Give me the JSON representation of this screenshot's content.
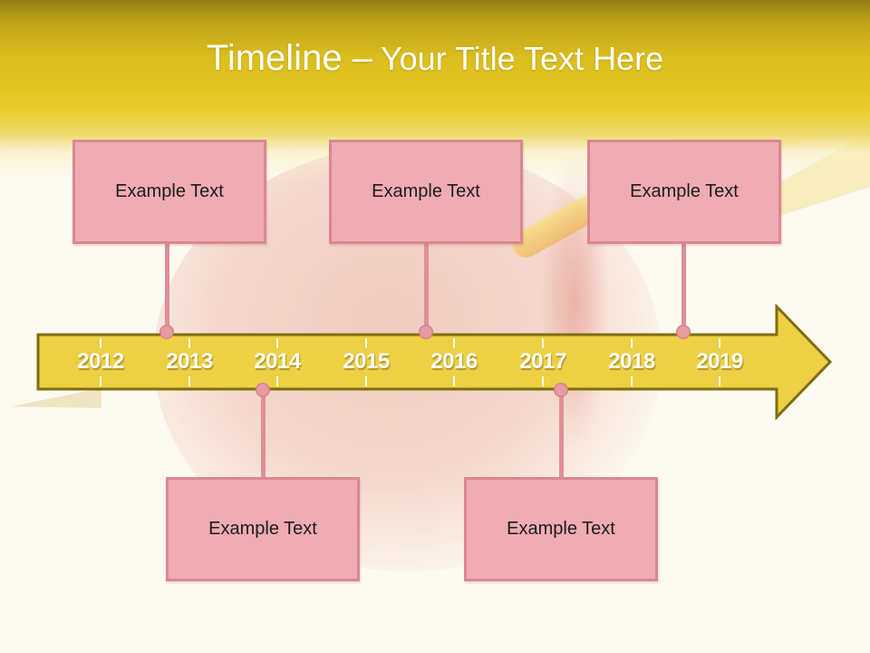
{
  "title": {
    "prefix": "Timeline –",
    "rest": "Your Title Text Here"
  },
  "timeline": {
    "years": [
      "2012",
      "2013",
      "2014",
      "2015",
      "2016",
      "2017",
      "2018",
      "2019"
    ]
  },
  "events": [
    {
      "label": "Example Text",
      "side": "top"
    },
    {
      "label": "Example Text",
      "side": "top"
    },
    {
      "label": "Example Text",
      "side": "top"
    },
    {
      "label": "Example Text",
      "side": "bottom"
    },
    {
      "label": "Example Text",
      "side": "bottom"
    }
  ],
  "colors": {
    "background": "#FDFAF1",
    "header_gold": "#E3C41F",
    "title_text": "#FFFFFF",
    "arrow_fill": "#EDD044",
    "arrow_border": "#7F6E0E",
    "year_text": "#FFFFFF",
    "box_fill": "#EFACB3",
    "box_border": "#DB8791",
    "connector": "#E18E98"
  }
}
